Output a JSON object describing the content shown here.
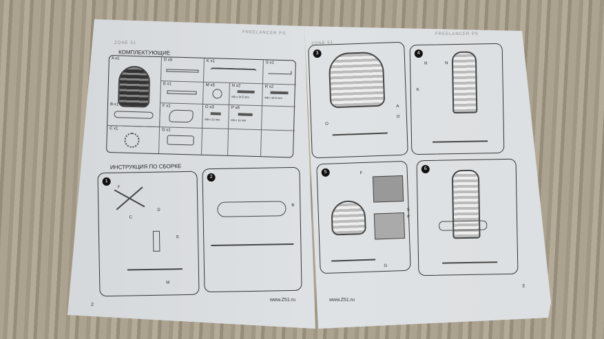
{
  "left_page": {
    "brand": "ZONE 51",
    "model": "FREELANCER PS",
    "section_parts": "КОМПЛЕКТУЮЩИЕ",
    "section_assembly": "ИНСТРУКЦИЯ ПО СБОРКЕ",
    "page_number": "2",
    "website": "www.Z51.ru",
    "parts": [
      {
        "label": "A x1"
      },
      {
        "label": "D x5"
      },
      {
        "label": "K x1"
      },
      {
        "label": "S x1"
      },
      {
        "label": "E x1"
      },
      {
        "label": "M x5"
      },
      {
        "label": "N x2",
        "size": "M8 x 34.5 mm"
      },
      {
        "label": "R x2",
        "size": "M8 x 30.5 mm"
      },
      {
        "label": "B x1"
      },
      {
        "label": "F x1"
      },
      {
        "label": "O x3",
        "size": "M8 x 20 mm"
      },
      {
        "label": "P x6",
        "size": "M6 x 16 mm"
      },
      {
        "label": "C x1"
      },
      {
        "label": "G x1"
      }
    ],
    "steps": [
      {
        "number": "1",
        "labels": [
          "F",
          "D",
          "C",
          "E",
          "M"
        ]
      },
      {
        "number": "2",
        "labels": [
          "B"
        ]
      }
    ]
  },
  "right_page": {
    "brand": "ZONE 51",
    "model": "FREELANCER PS",
    "page_number": "3",
    "website": "www.Z51.ru",
    "steps": [
      {
        "number": "3",
        "labels": [
          "A",
          "O",
          "O"
        ]
      },
      {
        "number": "4",
        "labels": [
          "R",
          "N",
          "K"
        ]
      },
      {
        "number": "5",
        "labels": [
          "F",
          "S",
          "P",
          "G"
        ]
      },
      {
        "number": "6",
        "labels": []
      }
    ]
  }
}
